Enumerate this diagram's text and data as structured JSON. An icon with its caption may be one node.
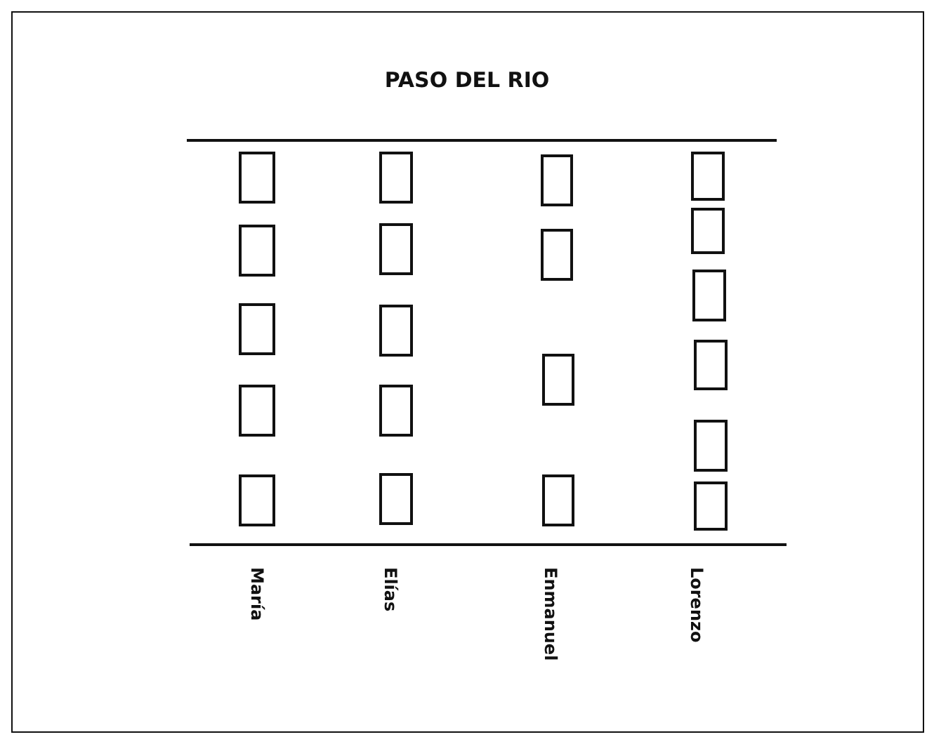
{
  "diagram": {
    "title": "PASO DEL RIO",
    "nodes": [
      {
        "text": [],
        "shape": "box"
      },
      {
        "text": [],
        "shape": "box"
      },
      {
        "text": [],
        "shape": "box"
      },
      {
        "text": [],
        "shape": "box"
      },
      {
        "text": [],
        "shape": "box"
      },
      {
        "text": [],
        "shape": "box"
      },
      {
        "text": [],
        "shape": "box"
      },
      {
        "text": [],
        "shape": "box"
      },
      {
        "text": [],
        "shape": "box"
      },
      {
        "text": [],
        "shape": "box"
      },
      {
        "text": [],
        "shape": "box"
      },
      {
        "text": [],
        "shape": "box"
      },
      {
        "text": [],
        "shape": "box"
      },
      {
        "text": [],
        "shape": "box"
      },
      {
        "text": [],
        "shape": "box"
      },
      {
        "text": [],
        "shape": "box"
      },
      {
        "text": [],
        "shape": "box"
      },
      {
        "text": [],
        "shape": "box"
      },
      {
        "text": [],
        "shape": "box"
      },
      {
        "text": [],
        "shape": "box"
      }
    ],
    "edges": [],
    "labels": [
      "María",
      "Elías",
      "Enmanuel",
      "Lorenzo"
    ]
  }
}
